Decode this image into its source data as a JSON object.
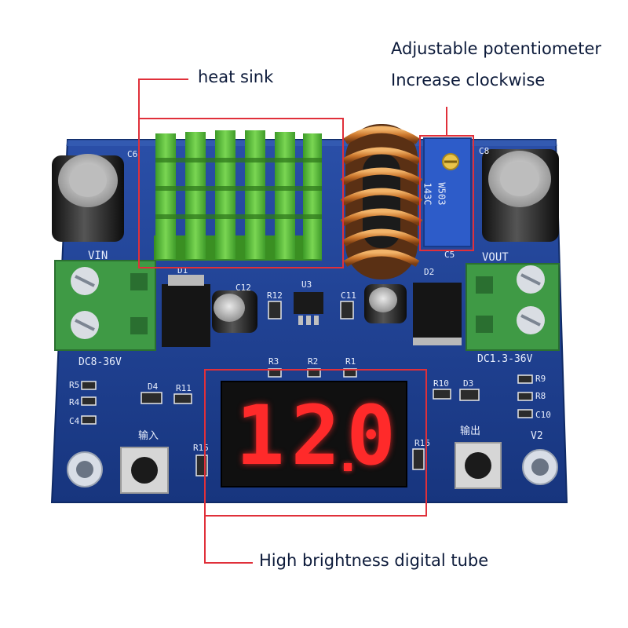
{
  "callouts": {
    "heat_sink": "heat sink",
    "potentiometer_line1": "Adjustable potentiometer",
    "potentiometer_line2": "Increase clockwise",
    "digital_tube": "High brightness digital tube"
  },
  "display": {
    "digits": [
      "1",
      "2",
      "0"
    ],
    "reading": "12.0"
  },
  "silkscreen": {
    "input_range": "DC8-36V",
    "output_range": "DC1.3-36V",
    "input_cn": "输入",
    "output_cn": "输出",
    "vin": "VIN",
    "vout": "VOUT",
    "v2": "V2",
    "pot_marking": "W503",
    "pot_code": "143C",
    "refs": [
      "D1",
      "U3",
      "R12",
      "C12",
      "C11",
      "D2",
      "C5",
      "R3",
      "R2",
      "R1",
      "R5",
      "R4",
      "C4",
      "D4",
      "R11",
      "R15",
      "R10",
      "D3",
      "R9",
      "R8",
      "C10",
      "R16",
      "C6",
      "C8"
    ]
  },
  "colors": {
    "pcb": "#1f3f8f",
    "heatsink": "#5fc13a",
    "terminal": "#3f9a45",
    "led": "#ff2a2a",
    "copper": "#c9742a",
    "annotation": "#e0303a"
  }
}
